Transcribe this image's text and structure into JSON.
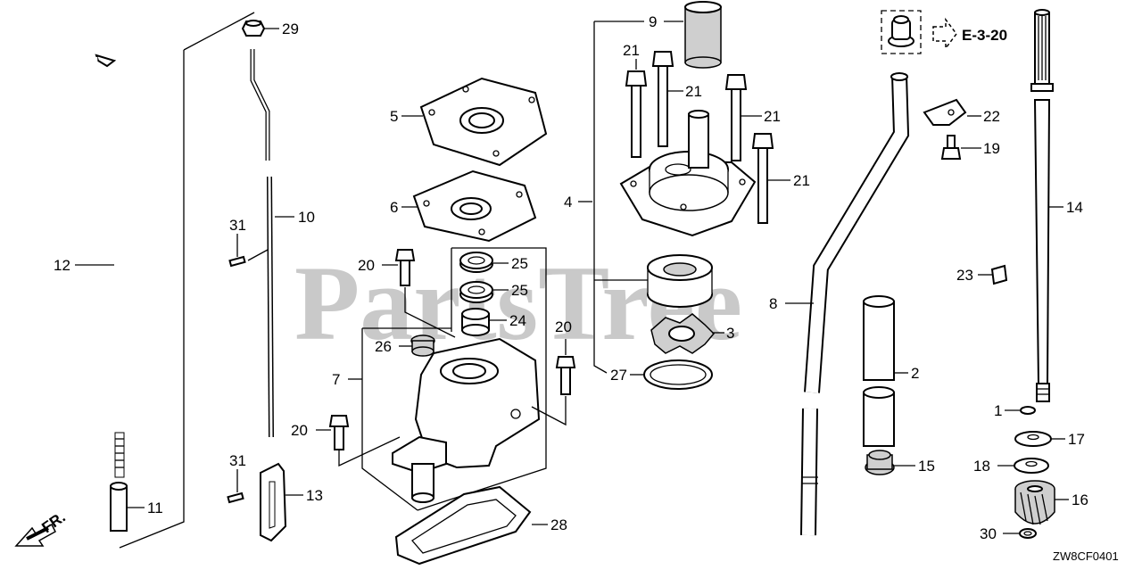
{
  "watermark": "PartsTree",
  "diagram_code": "ZW8CF0401",
  "reference": {
    "label": "E-3-20"
  },
  "front_marker": "FR.",
  "callouts": [
    {
      "id": "c29",
      "text": "29"
    },
    {
      "id": "c12",
      "text": "12"
    },
    {
      "id": "c31a",
      "text": "31"
    },
    {
      "id": "c10",
      "text": "10"
    },
    {
      "id": "c11",
      "text": "11"
    },
    {
      "id": "c31b",
      "text": "31"
    },
    {
      "id": "c13",
      "text": "13"
    },
    {
      "id": "c5",
      "text": "5"
    },
    {
      "id": "c6",
      "text": "6"
    },
    {
      "id": "c20a",
      "text": "20"
    },
    {
      "id": "c25a",
      "text": "25"
    },
    {
      "id": "c25b",
      "text": "25"
    },
    {
      "id": "c24",
      "text": "24"
    },
    {
      "id": "c26",
      "text": "26"
    },
    {
      "id": "c7",
      "text": "7"
    },
    {
      "id": "c20b",
      "text": "20"
    },
    {
      "id": "c20c",
      "text": "20"
    },
    {
      "id": "c28",
      "text": "28"
    },
    {
      "id": "c9",
      "text": "9"
    },
    {
      "id": "c21a",
      "text": "21"
    },
    {
      "id": "c21b",
      "text": "21"
    },
    {
      "id": "c21c",
      "text": "21"
    },
    {
      "id": "c21d",
      "text": "21"
    },
    {
      "id": "c4",
      "text": "4"
    },
    {
      "id": "c3",
      "text": "3"
    },
    {
      "id": "c27",
      "text": "27"
    },
    {
      "id": "c8",
      "text": "8"
    },
    {
      "id": "c2",
      "text": "2"
    },
    {
      "id": "c15",
      "text": "15"
    },
    {
      "id": "c22",
      "text": "22"
    },
    {
      "id": "c19",
      "text": "19"
    },
    {
      "id": "c14",
      "text": "14"
    },
    {
      "id": "c23",
      "text": "23"
    },
    {
      "id": "c1",
      "text": "1"
    },
    {
      "id": "c17",
      "text": "17"
    },
    {
      "id": "c18",
      "text": "18"
    },
    {
      "id": "c16",
      "text": "16"
    },
    {
      "id": "c30",
      "text": "30"
    }
  ]
}
